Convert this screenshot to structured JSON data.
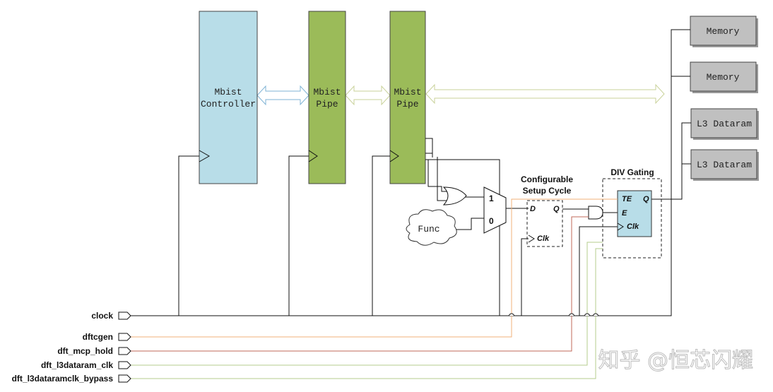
{
  "blocks": {
    "controller": {
      "line1": "Mbist",
      "line2": "Controller"
    },
    "pipe1": {
      "line1": "Mbist",
      "line2": "Pipe"
    },
    "pipe2": {
      "line1": "Mbist",
      "line2": "Pipe"
    }
  },
  "targets": {
    "memory1": "Memory",
    "memory2": "Memory",
    "l3_dataram1": "L3 Dataram",
    "l3_dataram2": "L3 Dataram"
  },
  "func_label": "Func",
  "mux": {
    "in1": "1",
    "in0": "0"
  },
  "setup_cycle": {
    "title_line1": "Configurable",
    "title_line2": "Setup Cycle",
    "d_pin": "D",
    "q_pin": "Q",
    "clk_pin": "Clk"
  },
  "div_gating": {
    "title": "DIV Gating",
    "te_pin": "TE",
    "q_pin": "Q",
    "e_pin": "E",
    "clk_pin": "Clk"
  },
  "signals": {
    "clock": "clock",
    "dftcgen": "dftcgen",
    "dft_mcp_hold": "dft_mcp_hold",
    "dft_l3dataram_clk": "dft_l3dataram_clk",
    "dft_l3dataramclk_bypass": "dft_l3dataramclk_bypass"
  },
  "watermark": "知乎 @恒芯闪耀",
  "colors": {
    "controller_fill": "#b8dde8",
    "pipe_fill": "#9bbb59",
    "memory_fill": "#c0c0c0",
    "div_cell_fill": "#b8dde8",
    "bus_blue": "#7fb3d5",
    "bus_olive": "#c9d29a",
    "wire_orange": "#f0b27a",
    "wire_brown": "#c0685a",
    "wire_green": "#b5cc8e"
  }
}
